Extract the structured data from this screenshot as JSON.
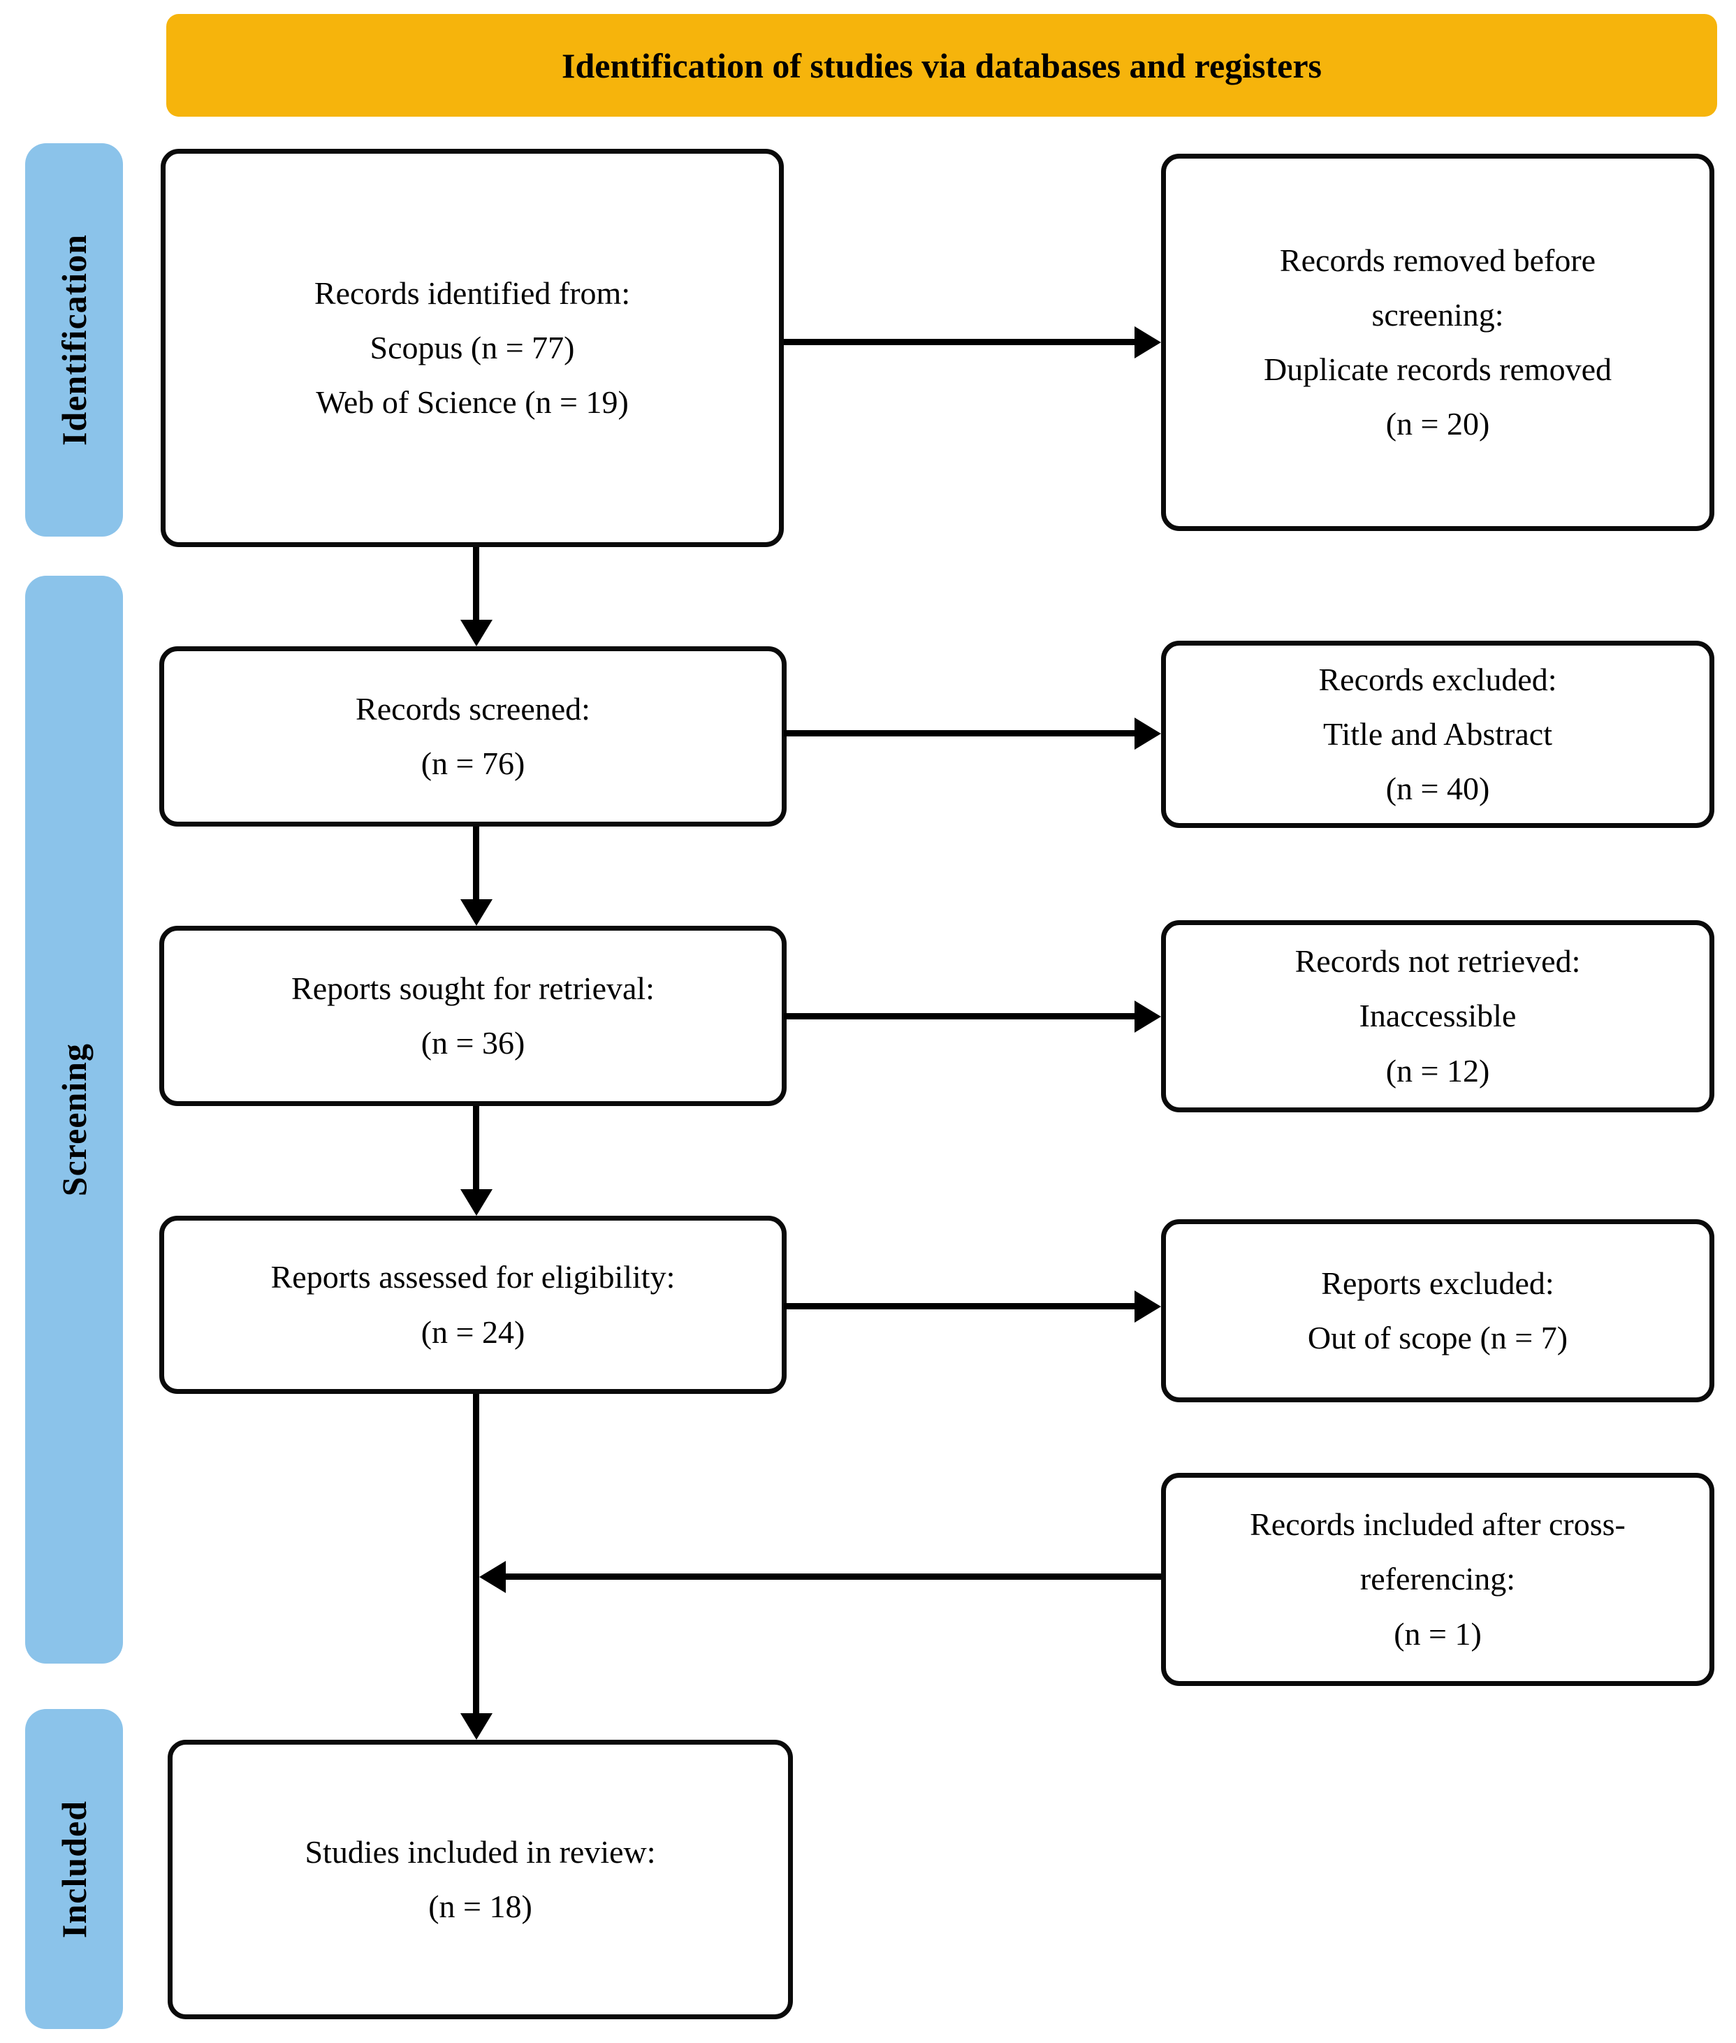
{
  "banner": {
    "title": "Identification of studies via databases and registers",
    "bg_color": "#F6B40C"
  },
  "sidebar": {
    "bg_color": "#8BC3EA",
    "stages": [
      {
        "label": "Identification"
      },
      {
        "label": "Screening"
      },
      {
        "label": "Included"
      }
    ]
  },
  "flow": {
    "main_boxes": [
      {
        "id": "records-identified",
        "lines": [
          "Records identified from:",
          "Scopus (n = 77)",
          "Web of Science (n = 19)"
        ]
      },
      {
        "id": "records-screened",
        "lines": [
          "Records screened:",
          "(n = 76)"
        ]
      },
      {
        "id": "reports-sought",
        "lines": [
          "Reports sought for retrieval:",
          "(n = 36)"
        ]
      },
      {
        "id": "reports-assessed",
        "lines": [
          "Reports assessed for eligibility:",
          "(n = 24)"
        ]
      },
      {
        "id": "studies-included",
        "lines": [
          "Studies included in review:",
          "(n = 18)"
        ]
      }
    ],
    "side_boxes": [
      {
        "id": "records-removed",
        "lines": [
          "Records removed before",
          "screening:",
          "Duplicate records removed",
          "(n = 20)"
        ]
      },
      {
        "id": "records-excluded",
        "lines": [
          "Records excluded:",
          "Title and Abstract",
          "(n = 40)"
        ]
      },
      {
        "id": "records-not-retrieved",
        "lines": [
          "Records not retrieved:",
          "Inaccessible",
          "(n = 12)"
        ]
      },
      {
        "id": "reports-excluded",
        "lines": [
          "Reports excluded:",
          "Out of scope (n = 7)"
        ]
      },
      {
        "id": "records-cross-reference",
        "lines": [
          "Records included after cross-",
          "referencing:",
          "(n = 1)"
        ]
      }
    ]
  }
}
